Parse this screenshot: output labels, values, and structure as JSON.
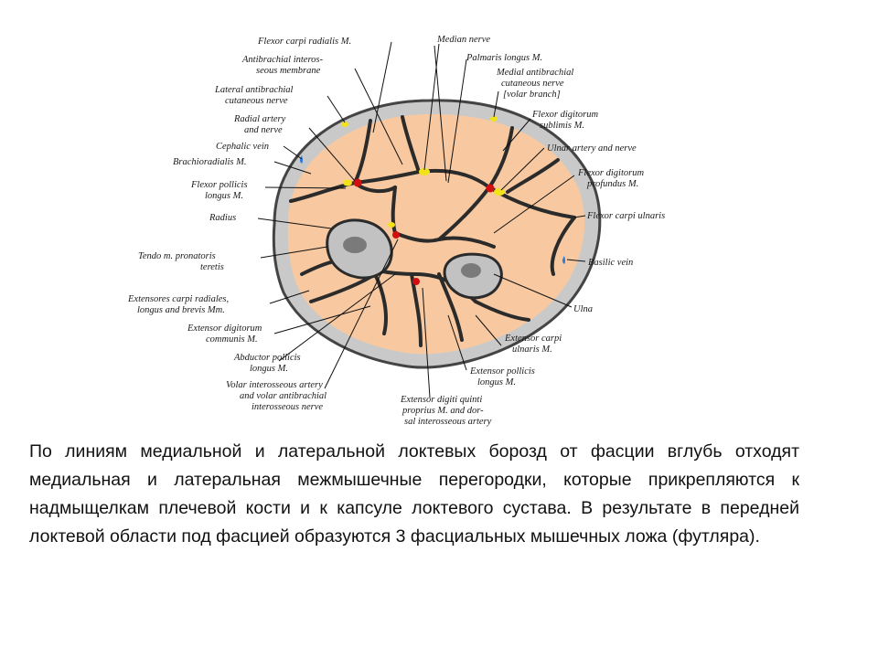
{
  "diagram": {
    "labels": {
      "flexor_carpi_radialis": "Flexor carpi radialis M.",
      "antibrachial_interosseous_1": "Antibrachial interos-",
      "antibrachial_interosseous_2": "seous membrane",
      "lateral_antibrachial_1": "Lateral antibrachial",
      "lateral_antibrachial_2": "cutaneous nerve",
      "radial_artery_1": "Radial artery",
      "radial_artery_2": "and nerve",
      "cephalic_vein": "Cephalic vein",
      "brachioradialis": "Brachioradialis M.",
      "flexor_pollicis_1": "Flexor pollicis",
      "flexor_pollicis_2": "longus M.",
      "radius": "Radius",
      "tendo_pronatoris_1": "Tendo m. pronatoris",
      "tendo_pronatoris_2": "teretis",
      "extensores_carpi_1": "Extensores carpi radiales,",
      "extensores_carpi_2": "longus and brevis Mm.",
      "extensor_digitorum_1": "Extensor digitorum",
      "extensor_digitorum_2": "communis M.",
      "abductor_pollicis_1": "Abductor pollicis",
      "abductor_pollicis_2": "longus M.",
      "volar_interosseous_1": "Volar interosseous artery",
      "volar_interosseous_2": "and volar antibrachial",
      "volar_interosseous_3": "interosseous nerve",
      "median_nerve": "Median nerve",
      "palmaris_longus": "Palmaris longus M.",
      "medial_antibrachial_1": "Medial antibrachial",
      "medial_antibrachial_2": "cutaneous nerve",
      "medial_antibrachial_3": "[volar branch]",
      "flexor_digitorum_sublimis_1": "Flexor digitorum",
      "flexor_digitorum_sublimis_2": "sublimis M.",
      "ulnar_artery": "Ulnar artery and nerve",
      "flexor_digitorum_profundus_1": "Flexor digitorum",
      "flexor_digitorum_profundus_2": "profundus M.",
      "flexor_carpi_ulnaris": "Flexor carpi ulnaris",
      "basilic_vein": "Basilic vein",
      "ulna": "Ulna",
      "extensor_carpi_ulnaris_1": "Extensor carpi",
      "extensor_carpi_ulnaris_2": "ulnaris M.",
      "extensor_pollicis_1": "Extensor pollicis",
      "extensor_pollicis_2": "longus M.",
      "extensor_digiti_1": "Extensor digiti quinti",
      "extensor_digiti_2": "proprius M. and dor-",
      "extensor_digiti_3": "sal interosseous artery"
    },
    "colors": {
      "skin_ring": "#c9c9c9",
      "skin_outline": "#444444",
      "muscle": "#f8c9a0",
      "septum": "#2b2b2b",
      "bone": "#c2c2c2",
      "artery": "#d01010",
      "nerve": "#f2e21a",
      "vein": "#2a7ad6"
    }
  },
  "caption": {
    "text": "По линиям медиальной и латеральной локтевых борозд от фасции вглубь отходят медиальная и латеральная межмышечные перегородки, которые прикрепляются к надмыщелкам плечевой кости и к капсуле локтевого сустава. В результате в передней локтевой области под фасцией образуются 3 фасциальных мышечных ложа (футляра)."
  }
}
